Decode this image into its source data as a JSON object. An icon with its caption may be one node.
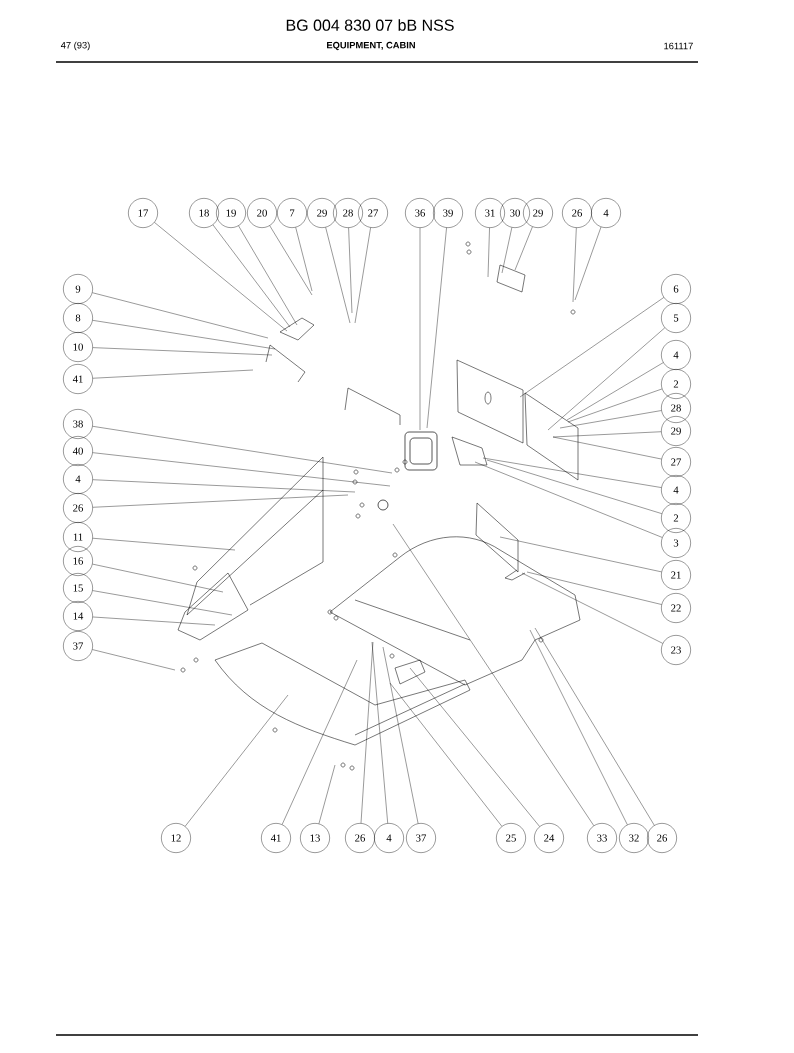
{
  "diagram": {
    "title": "BG 004 830 07 bB NSS",
    "nodes": [
      {
        "text": [
          "17"
        ]
      },
      {
        "text": [
          "18"
        ]
      },
      {
        "text": [
          "19"
        ]
      },
      {
        "text": [
          "20"
        ]
      },
      {
        "text": [
          "7"
        ]
      },
      {
        "text": [
          "29"
        ]
      },
      {
        "text": [
          "28"
        ]
      },
      {
        "text": [
          "27"
        ]
      },
      {
        "text": [
          "36"
        ]
      },
      {
        "text": [
          "39"
        ]
      },
      {
        "text": [
          "31"
        ]
      },
      {
        "text": [
          "30"
        ]
      },
      {
        "text": [
          "29"
        ]
      },
      {
        "text": [
          "26"
        ]
      },
      {
        "text": [
          "4"
        ]
      },
      {
        "text": [
          "9"
        ]
      },
      {
        "text": [
          "8"
        ]
      },
      {
        "text": [
          "10"
        ]
      },
      {
        "text": [
          "41"
        ]
      },
      {
        "text": [
          "38"
        ]
      },
      {
        "text": [
          "40"
        ]
      },
      {
        "text": [
          "4"
        ]
      },
      {
        "text": [
          "26"
        ]
      },
      {
        "text": [
          "11"
        ]
      },
      {
        "text": [
          "16"
        ]
      },
      {
        "text": [
          "15"
        ]
      },
      {
        "text": [
          "14"
        ]
      },
      {
        "text": [
          "37"
        ]
      },
      {
        "text": [
          "6"
        ]
      },
      {
        "text": [
          "5"
        ]
      },
      {
        "text": [
          "4"
        ]
      },
      {
        "text": [
          "2"
        ]
      },
      {
        "text": [
          "28"
        ]
      },
      {
        "text": [
          "29"
        ]
      },
      {
        "text": [
          "27"
        ]
      },
      {
        "text": [
          "4"
        ]
      },
      {
        "text": [
          "2"
        ]
      },
      {
        "text": [
          "3"
        ]
      },
      {
        "text": [
          "21"
        ]
      },
      {
        "text": [
          "22"
        ]
      },
      {
        "text": [
          "23"
        ]
      },
      {
        "text": [
          "12"
        ]
      },
      {
        "text": [
          "41"
        ]
      },
      {
        "text": [
          "13"
        ]
      },
      {
        "text": [
          "26"
        ]
      },
      {
        "text": [
          "4"
        ]
      },
      {
        "text": [
          "37"
        ]
      },
      {
        "text": [
          "25"
        ]
      },
      {
        "text": [
          "24"
        ]
      },
      {
        "text": [
          "33"
        ]
      },
      {
        "text": [
          "32"
        ]
      },
      {
        "text": [
          "26"
        ]
      }
    ],
    "edges": [
      {
        "from": 0,
        "to": null,
        "arrow": "none"
      },
      {
        "from": 1,
        "to": null,
        "arrow": "none"
      },
      {
        "from": 2,
        "to": null,
        "arrow": "none"
      },
      {
        "from": 3,
        "to": null,
        "arrow": "none"
      },
      {
        "from": 4,
        "to": null,
        "arrow": "none"
      },
      {
        "from": 5,
        "to": null,
        "arrow": "none"
      },
      {
        "from": 6,
        "to": null,
        "arrow": "none"
      },
      {
        "from": 7,
        "to": null,
        "arrow": "none"
      },
      {
        "from": 8,
        "to": null,
        "arrow": "none"
      },
      {
        "from": 9,
        "to": null,
        "arrow": "none"
      },
      {
        "from": 10,
        "to": null,
        "arrow": "none"
      },
      {
        "from": 11,
        "to": null,
        "arrow": "none"
      },
      {
        "from": 12,
        "to": null,
        "arrow": "none"
      },
      {
        "from": 13,
        "to": null,
        "arrow": "none"
      },
      {
        "from": 14,
        "to": null,
        "arrow": "none"
      },
      {
        "from": 15,
        "to": null,
        "arrow": "none"
      },
      {
        "from": 16,
        "to": null,
        "arrow": "none"
      },
      {
        "from": 17,
        "to": null,
        "arrow": "none"
      },
      {
        "from": 18,
        "to": null,
        "arrow": "none"
      },
      {
        "from": 19,
        "to": null,
        "arrow": "none"
      },
      {
        "from": 20,
        "to": null,
        "arrow": "none"
      },
      {
        "from": 21,
        "to": null,
        "arrow": "none"
      },
      {
        "from": 22,
        "to": null,
        "arrow": "none"
      },
      {
        "from": 23,
        "to": null,
        "arrow": "none"
      },
      {
        "from": 24,
        "to": null,
        "arrow": "none"
      },
      {
        "from": 25,
        "to": null,
        "arrow": "none"
      },
      {
        "from": 26,
        "to": null,
        "arrow": "none"
      },
      {
        "from": 27,
        "to": null,
        "arrow": "none"
      },
      {
        "from": 28,
        "to": null,
        "arrow": "none"
      },
      {
        "from": 29,
        "to": null,
        "arrow": "none"
      },
      {
        "from": 30,
        "to": null,
        "arrow": "none"
      },
      {
        "from": 31,
        "to": null,
        "arrow": "none"
      },
      {
        "from": 32,
        "to": null,
        "arrow": "none"
      },
      {
        "from": 33,
        "to": null,
        "arrow": "none"
      },
      {
        "from": 34,
        "to": null,
        "arrow": "none"
      },
      {
        "from": 35,
        "to": null,
        "arrow": "none"
      },
      {
        "from": 36,
        "to": null,
        "arrow": "none"
      },
      {
        "from": 37,
        "to": null,
        "arrow": "none"
      },
      {
        "from": 38,
        "to": null,
        "arrow": "none"
      },
      {
        "from": 39,
        "to": null,
        "arrow": "none"
      },
      {
        "from": 40,
        "to": null,
        "arrow": "none"
      },
      {
        "from": 41,
        "to": null,
        "arrow": "none"
      },
      {
        "from": 42,
        "to": null,
        "arrow": "none"
      },
      {
        "from": 43,
        "to": null,
        "arrow": "none"
      },
      {
        "from": 44,
        "to": null,
        "arrow": "none"
      },
      {
        "from": 45,
        "to": null,
        "arrow": "none"
      },
      {
        "from": 46,
        "to": null,
        "arrow": "none"
      },
      {
        "from": 47,
        "to": null,
        "arrow": "none"
      },
      {
        "from": 48,
        "to": null,
        "arrow": "none"
      },
      {
        "from": 49,
        "to": null,
        "arrow": "none"
      },
      {
        "from": 50,
        "to": null,
        "arrow": "none"
      },
      {
        "from": 51,
        "to": null,
        "arrow": "none"
      }
    ],
    "labels": [
      "47 (93)",
      "EQUIPMENT, CABIN",
      "161117"
    ]
  }
}
